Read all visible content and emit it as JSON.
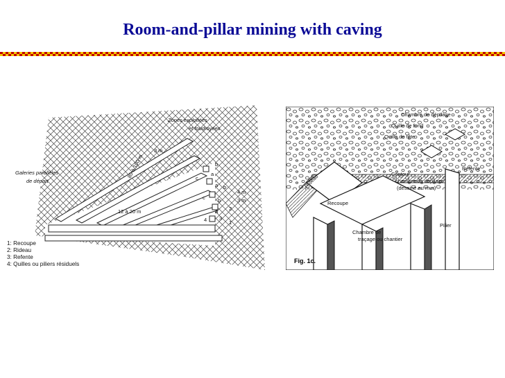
{
  "slide": {
    "title": "Room-and-pillar mining with caving",
    "accent_color": "#0a0a96",
    "rule_colors": [
      "#c00000",
      "#f2c400"
    ]
  },
  "left_figure": {
    "labels": {
      "zones": "Zones exploitées",
      "foudroyees": "et foudroyées",
      "galeries": "Galeries parallèles",
      "depart": "de départ",
      "dist1": "80 à 100 m",
      "dist2": "12 à 20 m",
      "width": "3 m",
      "dim4a": "4 m",
      "dim4b": "3 m"
    },
    "markers": [
      "b",
      "a",
      "c",
      "a",
      "b",
      "b",
      "a",
      "c",
      "3",
      "2",
      "1",
      "4"
    ],
    "legend": [
      "1: Recoupe",
      "2: Rideau",
      "3: Refente",
      "4: Quilles ou piliers résiduels"
    ]
  },
  "right_figure": {
    "labels": {
      "chambre_depilage": "Chambre de dépilage",
      "quille_fond": "Quille de fond",
      "quille_tete": "Quille de tête",
      "refente": "Refente",
      "rideau": "Rideau",
      "contour": "Contour",
      "contour_line2": "chambre de dépilage",
      "contour_line3": "(dessiné au mur)",
      "recoupe": "Recoupe",
      "pilier": "Pilier",
      "chambre_tracage": "Chambre de",
      "chambre_tracage_2": "traçage ou chantier",
      "fig": "Fig. 1c."
    }
  }
}
